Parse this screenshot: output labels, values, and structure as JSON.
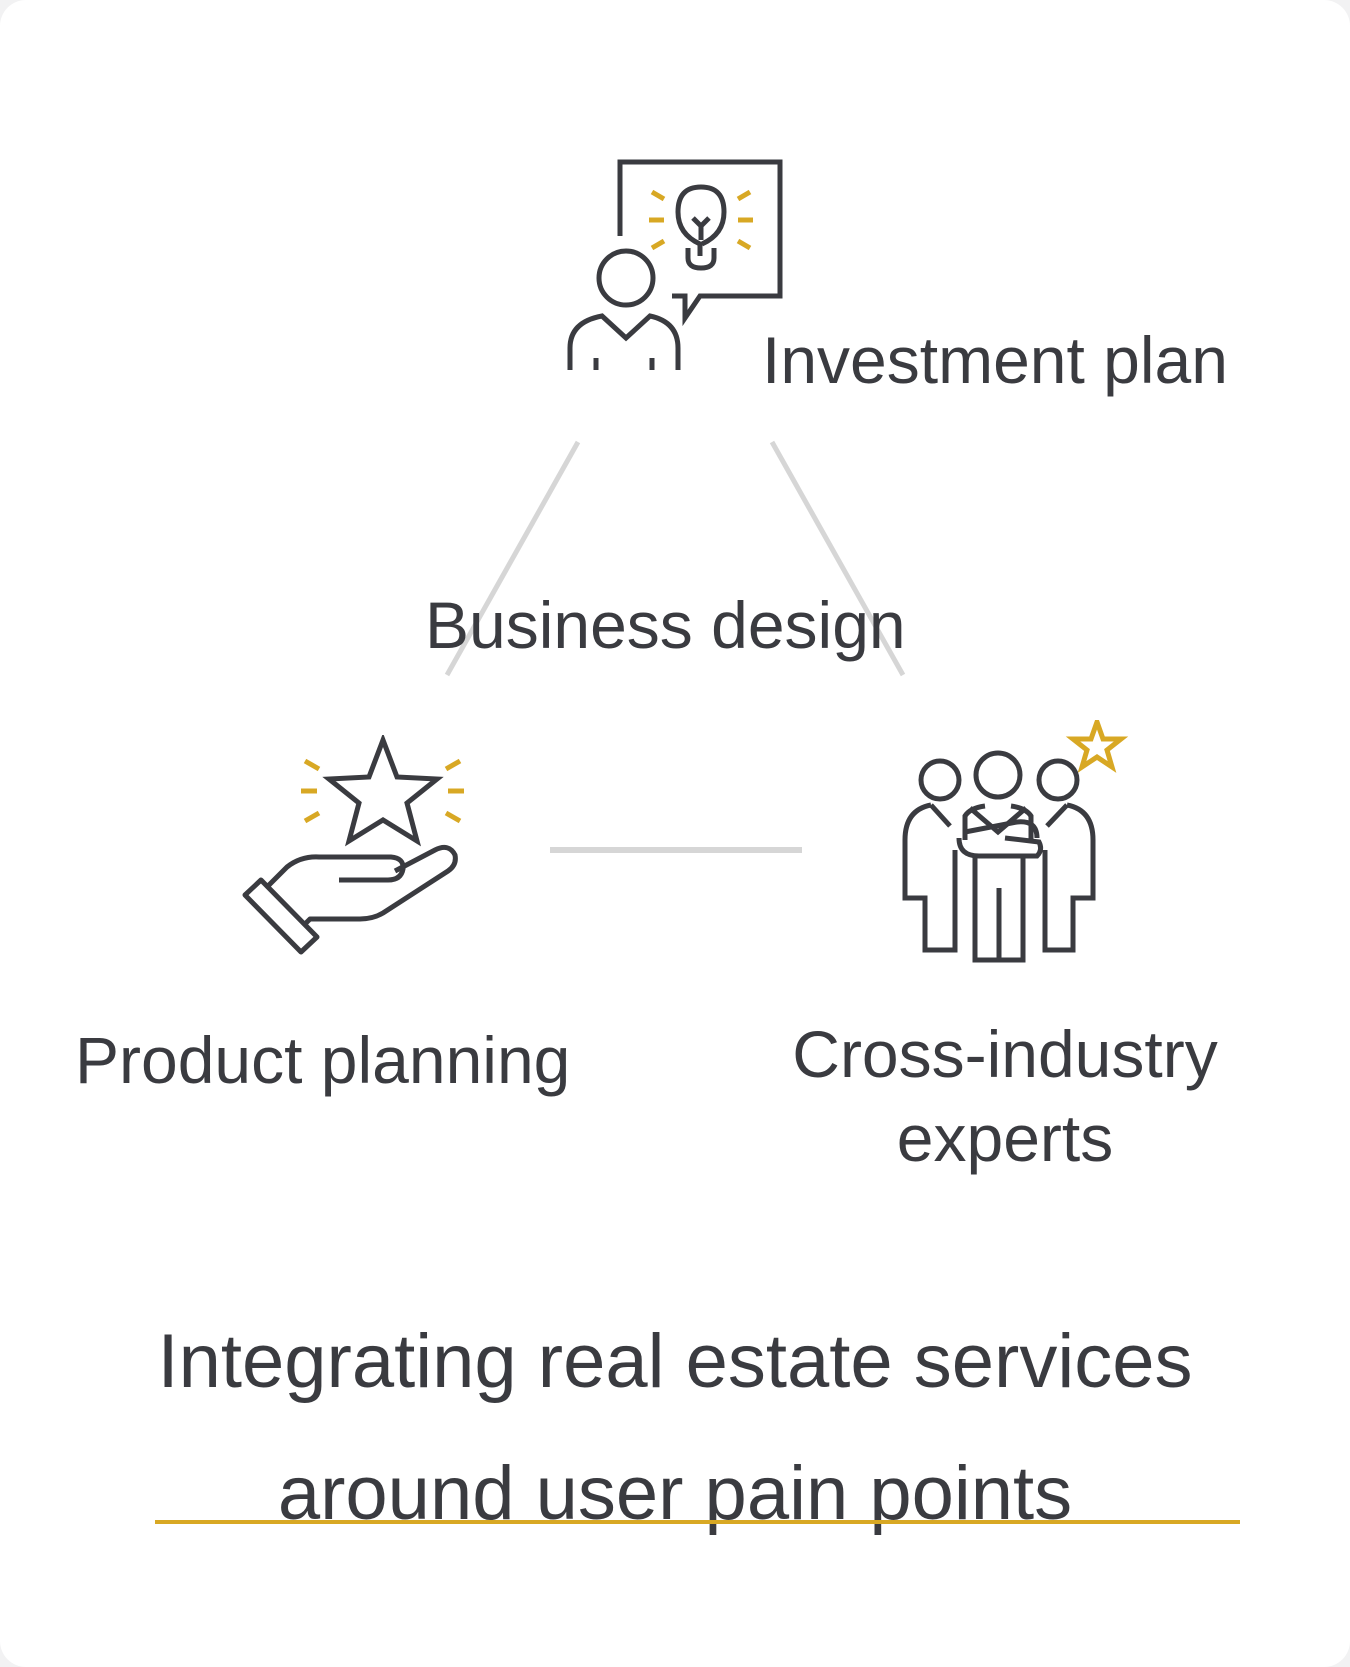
{
  "colors": {
    "text": "#3a3b40",
    "accent": "#d8a824",
    "connector": "#d6d6d6",
    "card": "#ffffff"
  },
  "nodes": {
    "investment": {
      "icon": "presenter-idea-icon",
      "label": "Investment plan"
    },
    "product": {
      "icon": "hand-star-icon",
      "label": "Product planning"
    },
    "experts": {
      "icon": "team-star-icon",
      "label_line1": "Cross-industry",
      "label_line2": "experts"
    }
  },
  "center_label": "Business design",
  "tagline": {
    "line1": "Integrating real estate services",
    "line2": "around user pain points"
  }
}
